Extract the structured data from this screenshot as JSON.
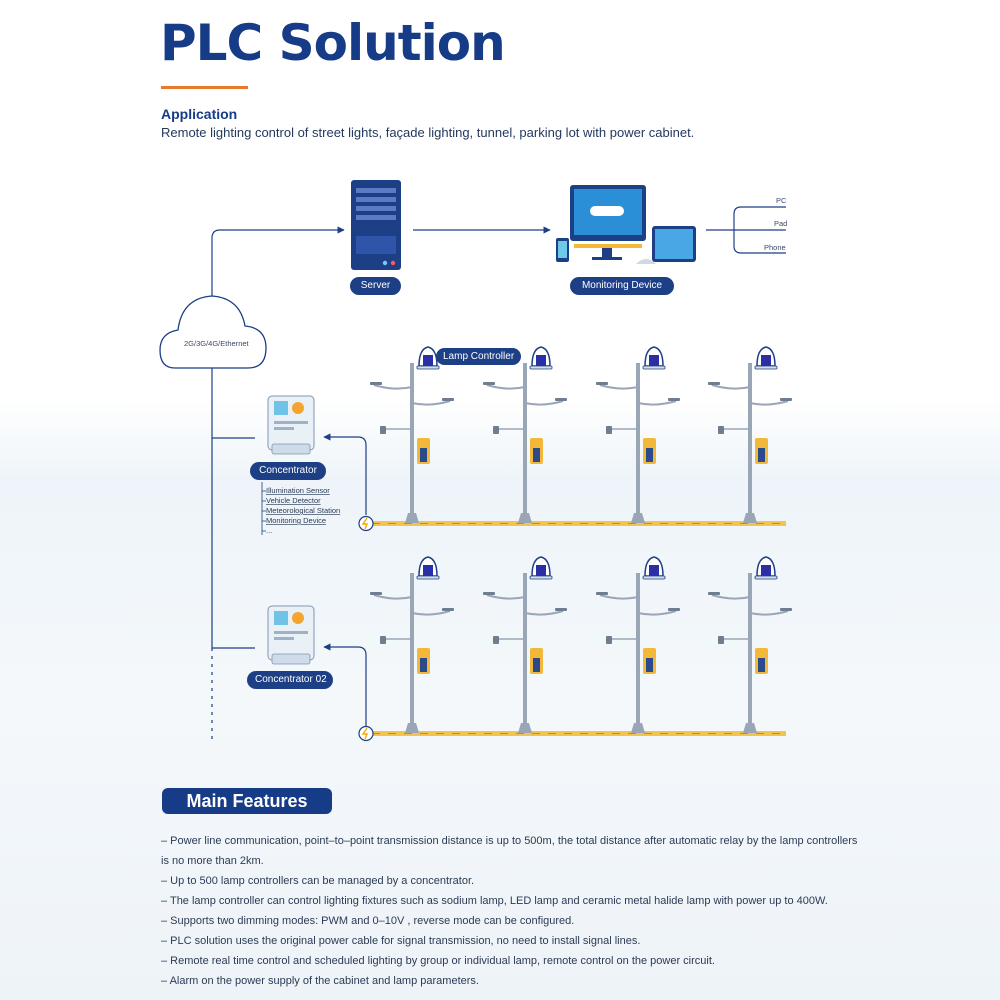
{
  "header": {
    "title": "PLC Solution",
    "application_heading": "Application",
    "application_text": "Remote lighting control of street lights, façade lighting, tunnel, parking lot with power cabinet."
  },
  "diagram": {
    "cloud_label": "2G/3G/4G/Ethernet",
    "server_label": "Server",
    "monitoring_label": "Monitoring Device",
    "client_devices": [
      "PC",
      "Pad",
      "Phone"
    ],
    "lamp_controller_label": "Lamp Controller",
    "concentrator_1_label": "Concentrator",
    "concentrator_2_label": "Concentrator 02",
    "sensors": [
      "Illumination Sensor",
      "Vehicle Detector",
      "Meteorological Station",
      "Monitoring Device",
      "..."
    ],
    "colors": {
      "primary": "#163b87",
      "accent": "#e8792b",
      "line": "#1d3f86",
      "cable": "#f2c44e"
    }
  },
  "features": {
    "heading": "Main Features",
    "items": [
      "– Power line communication, point–to–point transmission distance is up to 500m, the total distance after automatic relay by the lamp controllers",
      "is no more than 2km.",
      "– Up to 500 lamp controllers can be managed by a concentrator.",
      "– The lamp controller can control lighting fixtures such as sodium lamp, LED lamp and ceramic metal halide lamp with power up to 400W.",
      "– Supports two dimming modes: PWM and 0–10V , reverse mode can be configured.",
      "– PLC solution uses the original power cable for signal transmission, no need to install signal lines.",
      "– Remote real time control and scheduled lighting by group or individual lamp, remote control on the power circuit.",
      "– Alarm on the power supply of the cabinet and lamp parameters."
    ]
  }
}
